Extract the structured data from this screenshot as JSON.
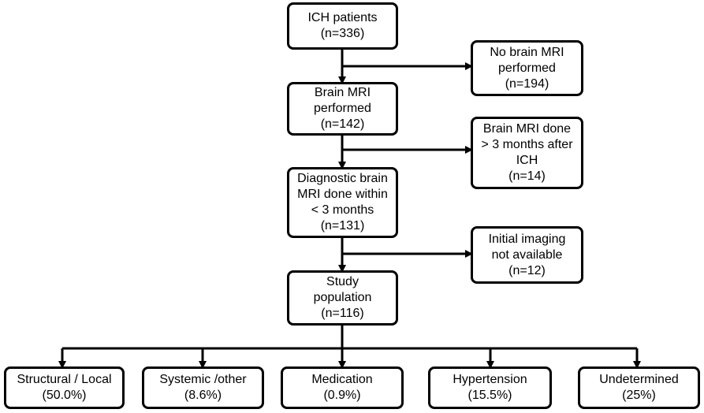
{
  "boxes": {
    "ich_patients": "ICH patients\n(n=336)",
    "brain_mri_performed": "Brain MRI\nperformed\n(n=142)",
    "diagnostic_mri": "Diagnostic brain\nMRI done within\n< 3 months\n(n=131)",
    "study_population": "Study\npopulation\n(n=116)",
    "no_brain_mri": "No brain MRI\nperformed\n(n=194)",
    "mri_after_3_months": "Brain MRI done\n> 3 months after\nICH\n(n=14)",
    "imaging_not_available": "Initial imaging\nnot available\n(n=12)",
    "structural_local": "Structural / Local\n(50.0%)",
    "systemic_other": "Systemic /other\n(8.6%)",
    "medication": "Medication\n(0.9%)",
    "hypertension": "Hypertension\n(15.5%)",
    "undetermined": "Undetermined\n(25%)"
  }
}
